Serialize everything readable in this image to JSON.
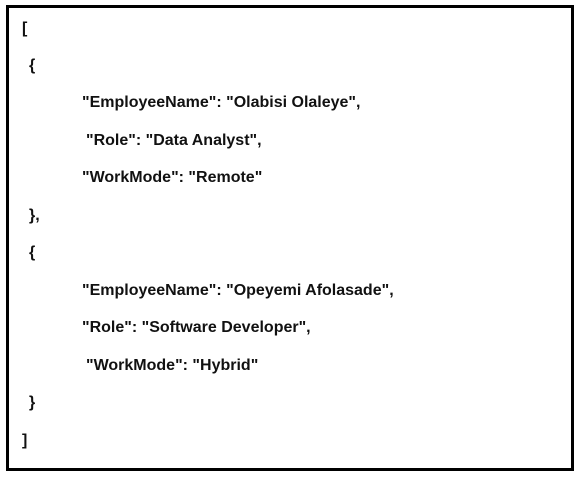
{
  "lines": [
    "[",
    "{",
    "\"EmployeeName\": \"Olabisi Olaleye\",",
    "\"Role\": \"Data Analyst\",",
    "\"WorkMode\": \"Remote\"",
    "},",
    "{",
    "\"EmployeeName\": \"Opeyemi Afolasade\",",
    "\"Role\": \"Software Developer\",",
    "\"WorkMode\": \"Hybrid\"",
    "}",
    "]"
  ]
}
